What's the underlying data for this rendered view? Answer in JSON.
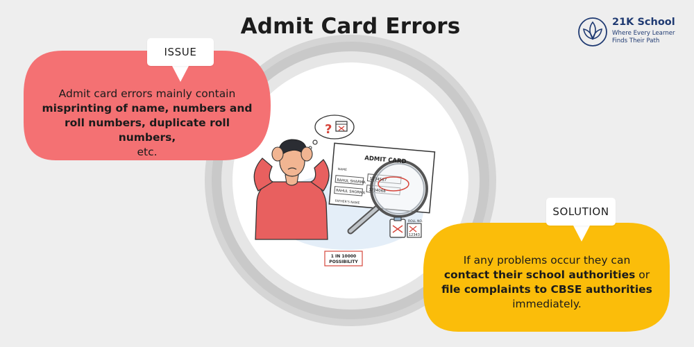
{
  "title": "Admit Card Errors",
  "brand": {
    "name": "21K School",
    "tagline_line1": "Where Every Learner",
    "tagline_line2": "Finds Their Path",
    "color": "#1f3a72"
  },
  "issue": {
    "tag": "ISSUE",
    "line1": "Admit card errors mainly contain",
    "bold1": "misprinting of name, numbers and",
    "bold2": "roll numbers, duplicate roll numbers,",
    "line4": "etc.",
    "color": "#f47173"
  },
  "solution": {
    "tag": "SOLUTION",
    "line1": "If any problems occur they can",
    "bold1": "contact their school authorities",
    "line2_tail": " or",
    "bold2": "file complaints to CBSE authorities",
    "line4": "immediately.",
    "color": "#fbbd0a"
  },
  "illustration": {
    "card_title": "ADMIT CARD",
    "name_field": "NAME",
    "name_value": "RAHUL SHARMA",
    "roll_field": "ROLL",
    "roll_value": "1234567",
    "roll_name_value": "RAHUL SHORMA",
    "roll_value_2": "1234068",
    "father_field": "FATHER'S NAME",
    "roll_no_label": "ROLL NO.",
    "roll_no_value": "12343",
    "possibility_line1": "1 IN 10000",
    "possibility_line2": "POSSIBILITY",
    "icons": [
      "question-mark-icon",
      "calendar-x-icon",
      "magnifier-icon",
      "clipboard-icon"
    ]
  }
}
